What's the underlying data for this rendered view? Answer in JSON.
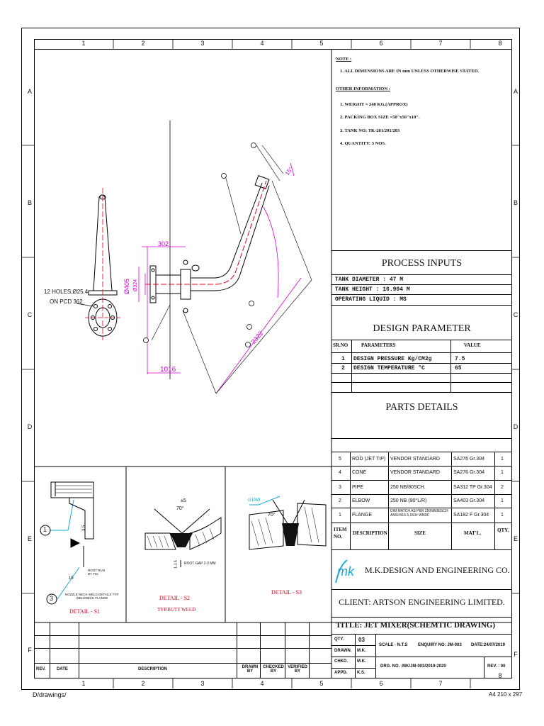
{
  "zones": {
    "columns": [
      "1",
      "2",
      "3",
      "4",
      "5",
      "6",
      "7",
      "8"
    ],
    "rows": [
      "A",
      "B",
      "C",
      "D",
      "E",
      "F"
    ]
  },
  "notes": {
    "heading": "NOTE :",
    "note1": "1. ALL DIMENSIONS ARE IN mm UNLESS OTHERWISE STATED.",
    "other_heading": "OTHER INFORMATION :",
    "items": [
      "1. WEIGHT = 248 KG.(APPROX)",
      "2. PACKING BOX SIZE =50\"x50\"x10\".",
      "3. TANK NO: TK-201/201/203",
      "4. QUANTITY: 3 NOS."
    ]
  },
  "process": {
    "title": "PROCESS INPUTS",
    "lines": [
      "TANK DIAMETER : 47 M",
      "TANK HEIGHT : 16.904 M",
      "OPERATING LIQUID : MS"
    ]
  },
  "design": {
    "title": "DESIGN PARAMETER",
    "col_srno": "SR.NO",
    "col_param": "PARAMETERS",
    "col_value": "VALUE",
    "rows": [
      {
        "no": "1",
        "param": "DESIGN PRESSURE Kg/CM2g",
        "value": "7.5"
      },
      {
        "no": "2",
        "param": "DESIGN TEMPERATURE °C",
        "value": "65"
      }
    ]
  },
  "parts": {
    "title": "PARTS DETAILS",
    "rows": [
      {
        "no": "5",
        "desc": "ROD (JET TIP)",
        "size": "VENDOR STANDARD",
        "matl": "SA276 Gr.304",
        "qty": "1"
      },
      {
        "no": "4",
        "desc": "CONE",
        "size": "VENDOR STANDARD",
        "matl": "SA276 Gr.304",
        "qty": "1"
      },
      {
        "no": "3",
        "desc": "PIPE",
        "size": "250 NB/80SCH.",
        "matl": "SA312 TP Gr.304",
        "qty": "2"
      },
      {
        "no": "2",
        "desc": "ELBOW",
        "size": "250 NB (90°L/R)",
        "matl": "SA403 Gr.304",
        "qty": "1"
      },
      {
        "no": "1",
        "desc": "FLANGE",
        "size": "DIM MATCH AS PER 250NB/80SCH ANSI B16.5,150# WNRF",
        "matl": "SA182 F Gr.304",
        "qty": "1"
      }
    ],
    "headers": {
      "item": "ITEM NO.",
      "desc": "DESCRIPTION",
      "size": "SIZE",
      "matl": "MAT'L.",
      "qty": "QTY."
    }
  },
  "company": {
    "logo": "mk",
    "name": "M.K.DESIGN AND ENGINEERING CO."
  },
  "client": "CLIENT: ARTSON ENGINEERING LIMITED.",
  "title": "TITLE: JET MIXER(SCHEMTIC DRAWING)",
  "titleblock": {
    "qty_label": "QTY.",
    "qty": "03",
    "drawn_label": "DRAWN.",
    "drawn": "M.K.",
    "chkd_label": "CHKD.",
    "chkd": "M.K.",
    "appd_label": "APPD.",
    "appd": "K.S.",
    "scale": "SCALE - N.T.S",
    "enquiry": "ENQUIRY NO: JM-003",
    "date": "DATE:24/07/2019",
    "dwg": "DRG. NO. :MK/JM-003/2019-2020",
    "rev": "REV. : 00"
  },
  "revision": {
    "rev": "REV.",
    "date": "DATE",
    "desc": "DESCRIPTION",
    "drawn": "DRAWN BY",
    "checked": "CHECKED BY",
    "verified": "VERIFIED BY"
  },
  "drawing": {
    "holes_label1": "12 HOLES,Ø25.4",
    "holes_label2": "ON PCD 362",
    "dim_302": "302",
    "dim_1016": "1016",
    "dim_4405": "Ø405",
    "dim_324": "Ø324",
    "dim_2322": "2322",
    "dim_ang": "15°"
  },
  "details": {
    "s1": "DETAIL - S1",
    "s1_note": "NOZZLE NECK WELD DETAILS TYP. WELDNECK FLANGE",
    "s1_rootrun": "ROOT RUN BY TIG",
    "s1_15": "15",
    "s1_35": "3.5",
    "s1_c1": "1",
    "s1_c3": "3",
    "s2": "DETAIL - S2",
    "s2_sub": "TYP.BUTT WELD",
    "s2_gap": "ROOT GAP 2-3 MM",
    "s2_pm5": "±5",
    "s2_70": "70°",
    "s2_15": "1-1.5",
    "s3": "DETAIL - S3",
    "s3_gtaw": "GTAW",
    "s3_70": "70°"
  },
  "footer": {
    "path": "D/drawings/",
    "sheet": "A4 210 x 297"
  },
  "colors": {
    "red": "#e0001a",
    "magenta": "#d400d4",
    "cyan": "#1aa7d8"
  }
}
